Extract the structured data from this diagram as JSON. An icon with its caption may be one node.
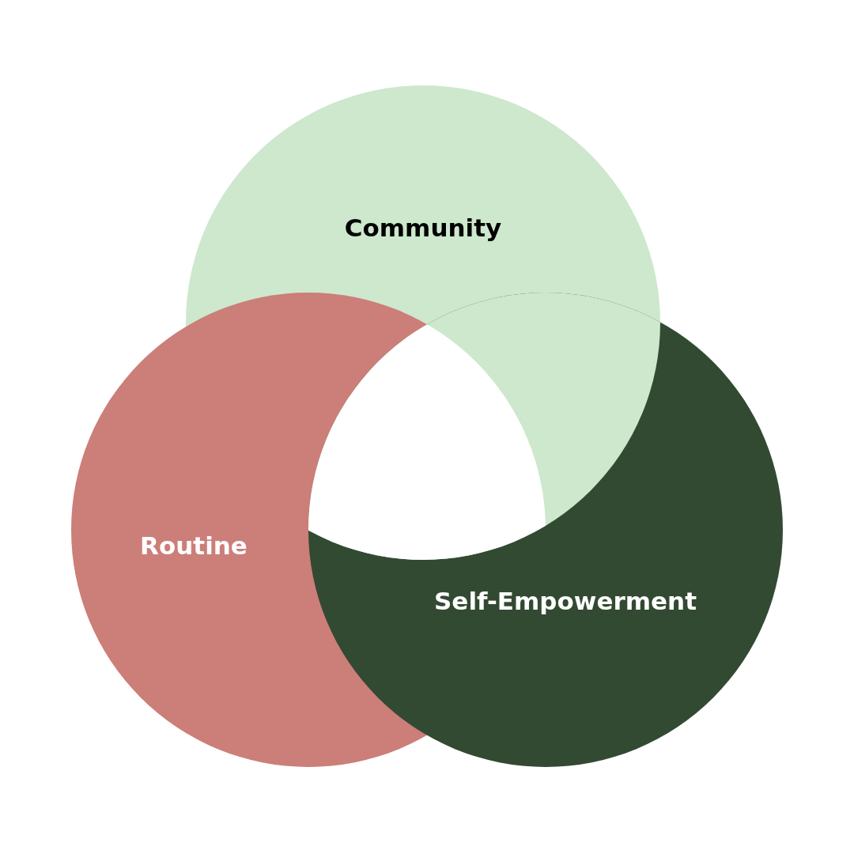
{
  "diagram": {
    "nodes": [
      {
        "text": [
          "Community"
        ]
      },
      {
        "text": [
          "Routine"
        ]
      },
      {
        "text": [
          "Self-Empowerment"
        ]
      }
    ]
  }
}
